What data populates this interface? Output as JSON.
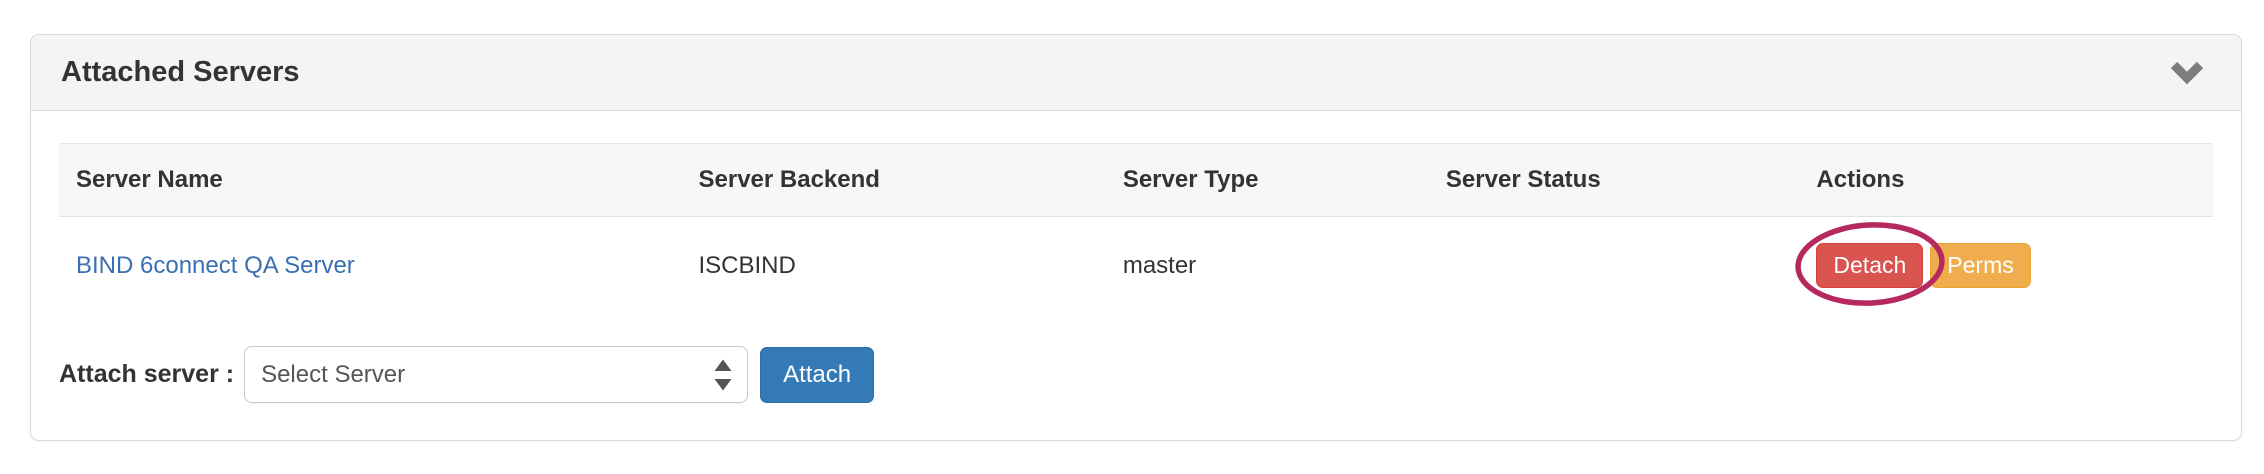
{
  "panel": {
    "title": "Attached Servers"
  },
  "table": {
    "columns": [
      "Server Name",
      "Server Backend",
      "Server Type",
      "Server Status",
      "Actions"
    ],
    "rows": [
      {
        "server_name": "BIND 6connect QA Server",
        "server_backend": "ISCBIND",
        "server_type": "master",
        "server_status": "",
        "actions": [
          {
            "label": "Detach",
            "style": "danger",
            "annotated": true
          },
          {
            "label": "Perms",
            "style": "warning",
            "annotated": false
          }
        ]
      }
    ]
  },
  "attach_form": {
    "label": "Attach server :",
    "select_value": "Select Server",
    "button_label": "Attach"
  },
  "annotation": {
    "shape": "ellipse",
    "target": "Detach",
    "color": "#b5295f"
  },
  "colors": {
    "danger": "#d9534f",
    "danger_border": "#d43f3a",
    "warning": "#f0ad4e",
    "warning_border": "#eea236",
    "primary": "#337ab7",
    "primary_border": "#2e6da4",
    "link": "#3a70b2",
    "heading_bg": "#f4f4f4",
    "table_header_bg": "#f7f7f7",
    "panel_border": "#d9d9d9",
    "text": "#333333",
    "annotation": "#b5295f"
  }
}
